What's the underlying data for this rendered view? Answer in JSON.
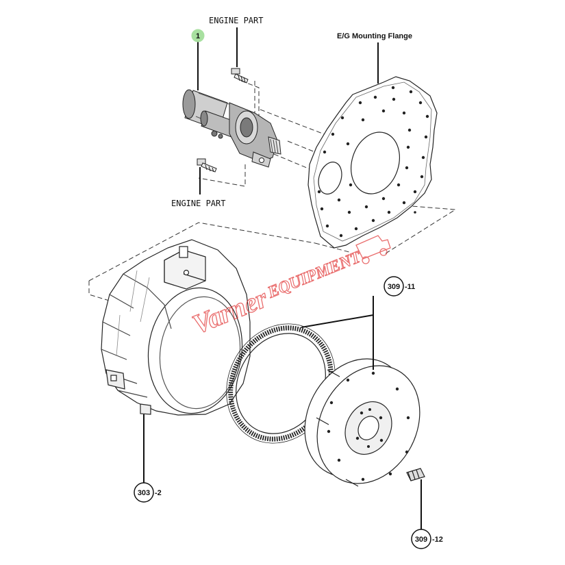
{
  "labels": {
    "engine_part_top": "ENGINE PART",
    "engine_part_bottom": "ENGINE PART",
    "mounting_flange": "E/G Mounting Flange"
  },
  "callouts": {
    "starter": "1",
    "housing_num": "303",
    "housing_suffix": "-2",
    "ring_gear_num": "309",
    "ring_gear_suffix": "-11",
    "bolt_num": "309",
    "bolt_suffix": "-12"
  },
  "watermark": {
    "script": "Varner",
    "block": "EQUIPMENT"
  },
  "colors": {
    "line": "#222222",
    "callout_highlight": "#a8e0a0",
    "watermark": "#e23b3b"
  }
}
